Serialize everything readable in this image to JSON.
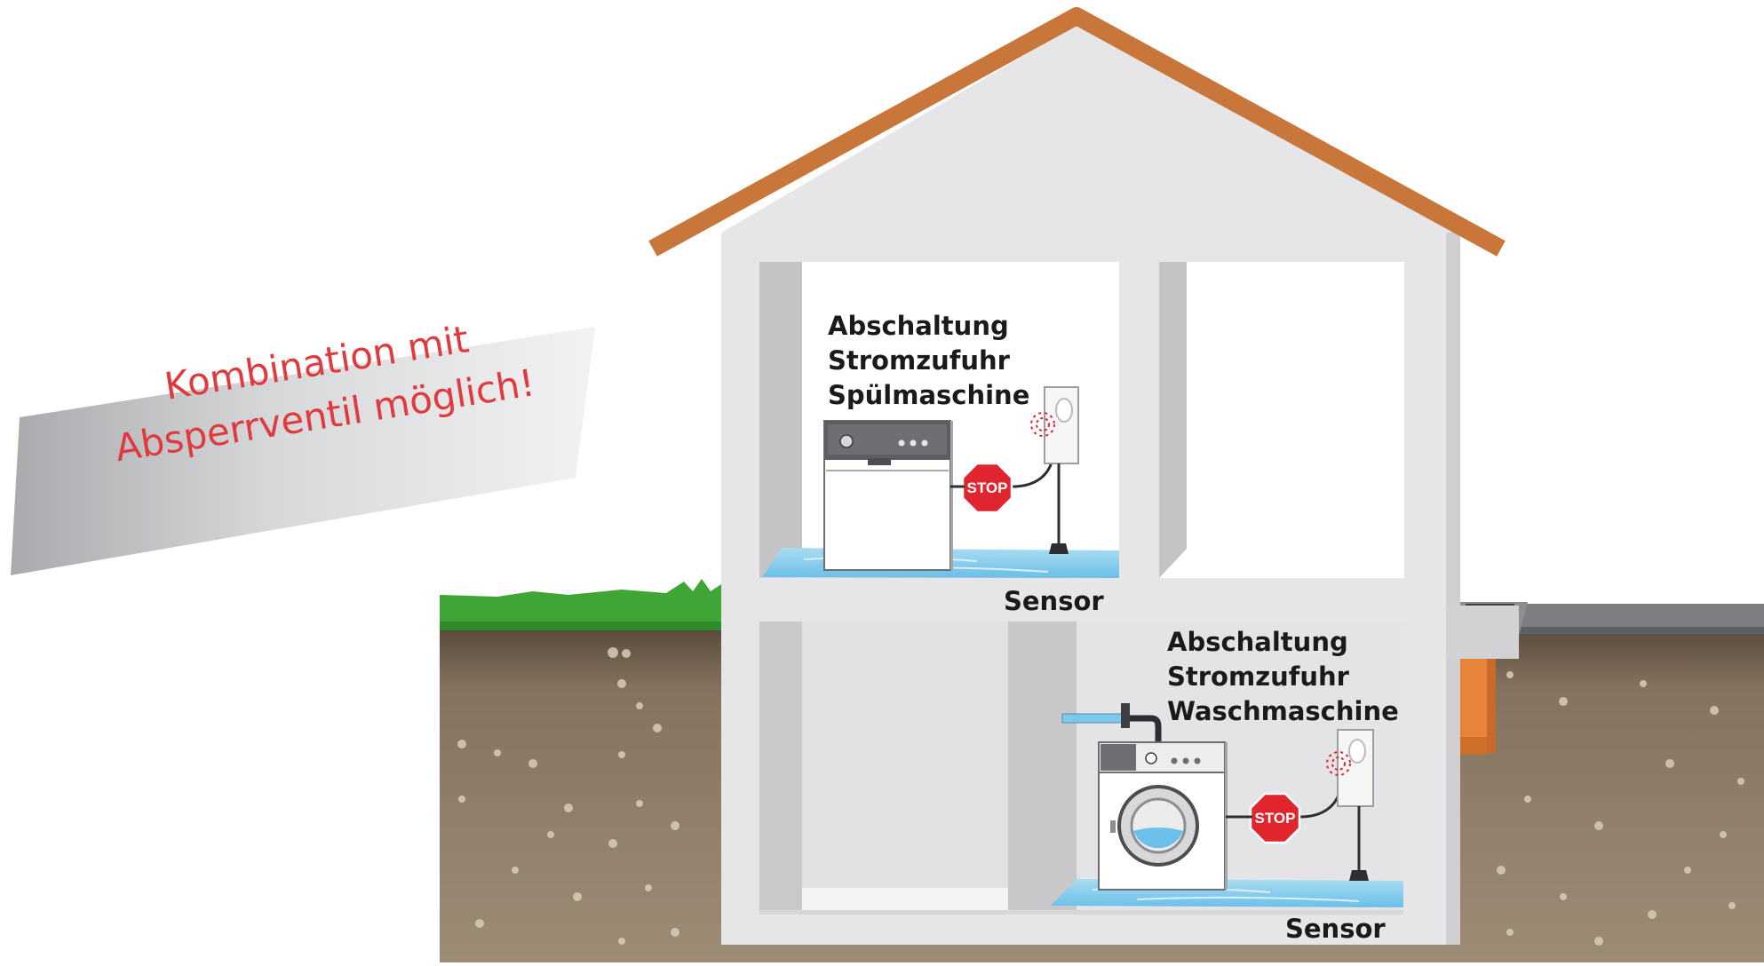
{
  "banner": {
    "line1": "Kombination mit",
    "line2": "Absperrventil möglich!"
  },
  "upper_room": {
    "label_lines": [
      "Abschaltung",
      "Stromzufuhr",
      "Spülmaschine"
    ],
    "stop_sign": "STOP",
    "sensor_label": "Sensor"
  },
  "lower_room": {
    "label_lines": [
      "Abschaltung",
      "Stromzufuhr",
      "Waschmaschine"
    ],
    "stop_sign": "STOP",
    "sensor_label": "Sensor"
  },
  "colors": {
    "roof": "#c8763a",
    "wall": "#e6e6e8",
    "grass": "#3fa535",
    "soil": "#8d7a64",
    "water": "#7ec8ec",
    "stop": "#e1252f",
    "drain_pipe": "#e8843a",
    "banner_text": "#e03a3e"
  }
}
